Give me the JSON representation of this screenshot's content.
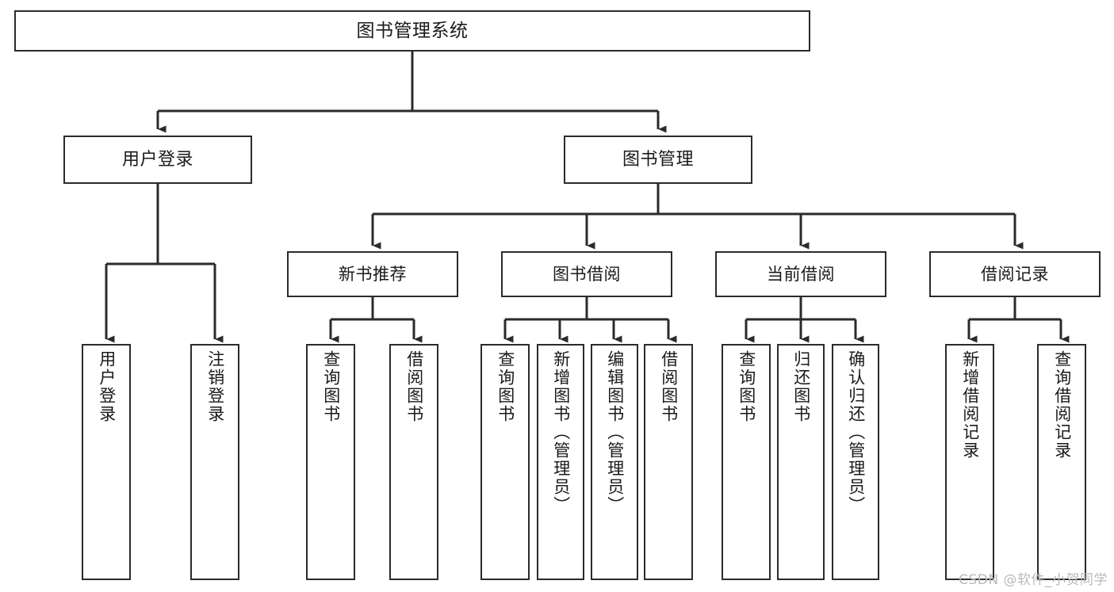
{
  "diagram": {
    "title": "图书管理系统",
    "watermark": "CSDN @软件_小贺同学",
    "colors": {
      "stroke": "#2b2b2b",
      "fill": "#ffffff",
      "text": "#1a1a1a",
      "watermark": "#b9b9b9"
    },
    "root": {
      "label": "图书管理系统"
    },
    "level2": [
      {
        "label": "用户登录"
      },
      {
        "label": "图书管理"
      }
    ],
    "level3": [
      {
        "label": "新书推荐"
      },
      {
        "label": "图书借阅"
      },
      {
        "label": "当前借阅"
      },
      {
        "label": "借阅记录"
      }
    ],
    "leaves": {
      "user_login": [
        {
          "label": "用户登录"
        },
        {
          "label": "注销登录"
        }
      ],
      "new_book": [
        {
          "label": "查询图书"
        },
        {
          "label": "借阅图书"
        }
      ],
      "book_borrow": [
        {
          "label": "查询图书"
        },
        {
          "label": "新增图书（管理员）"
        },
        {
          "label": "编辑图书（管理员）"
        },
        {
          "label": "借阅图书"
        }
      ],
      "current_borrow": [
        {
          "label": "查询图书"
        },
        {
          "label": "归还图书"
        },
        {
          "label": "确认归还（管理员）"
        }
      ],
      "borrow_record": [
        {
          "label": "新增借阅记录"
        },
        {
          "label": "查询借阅记录"
        }
      ]
    }
  }
}
